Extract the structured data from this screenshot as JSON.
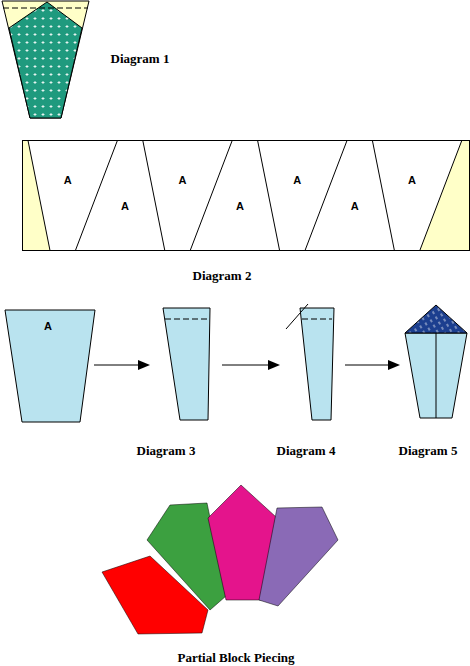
{
  "diagram": {
    "labels": [
      "Diagram 1",
      "A",
      "A",
      "A",
      "A",
      "A",
      "A",
      "A",
      "Diagram 2",
      "A",
      "Diagram 3",
      "Diagram 4",
      "Diagram 5",
      "Partial Block Piecing"
    ]
  }
}
